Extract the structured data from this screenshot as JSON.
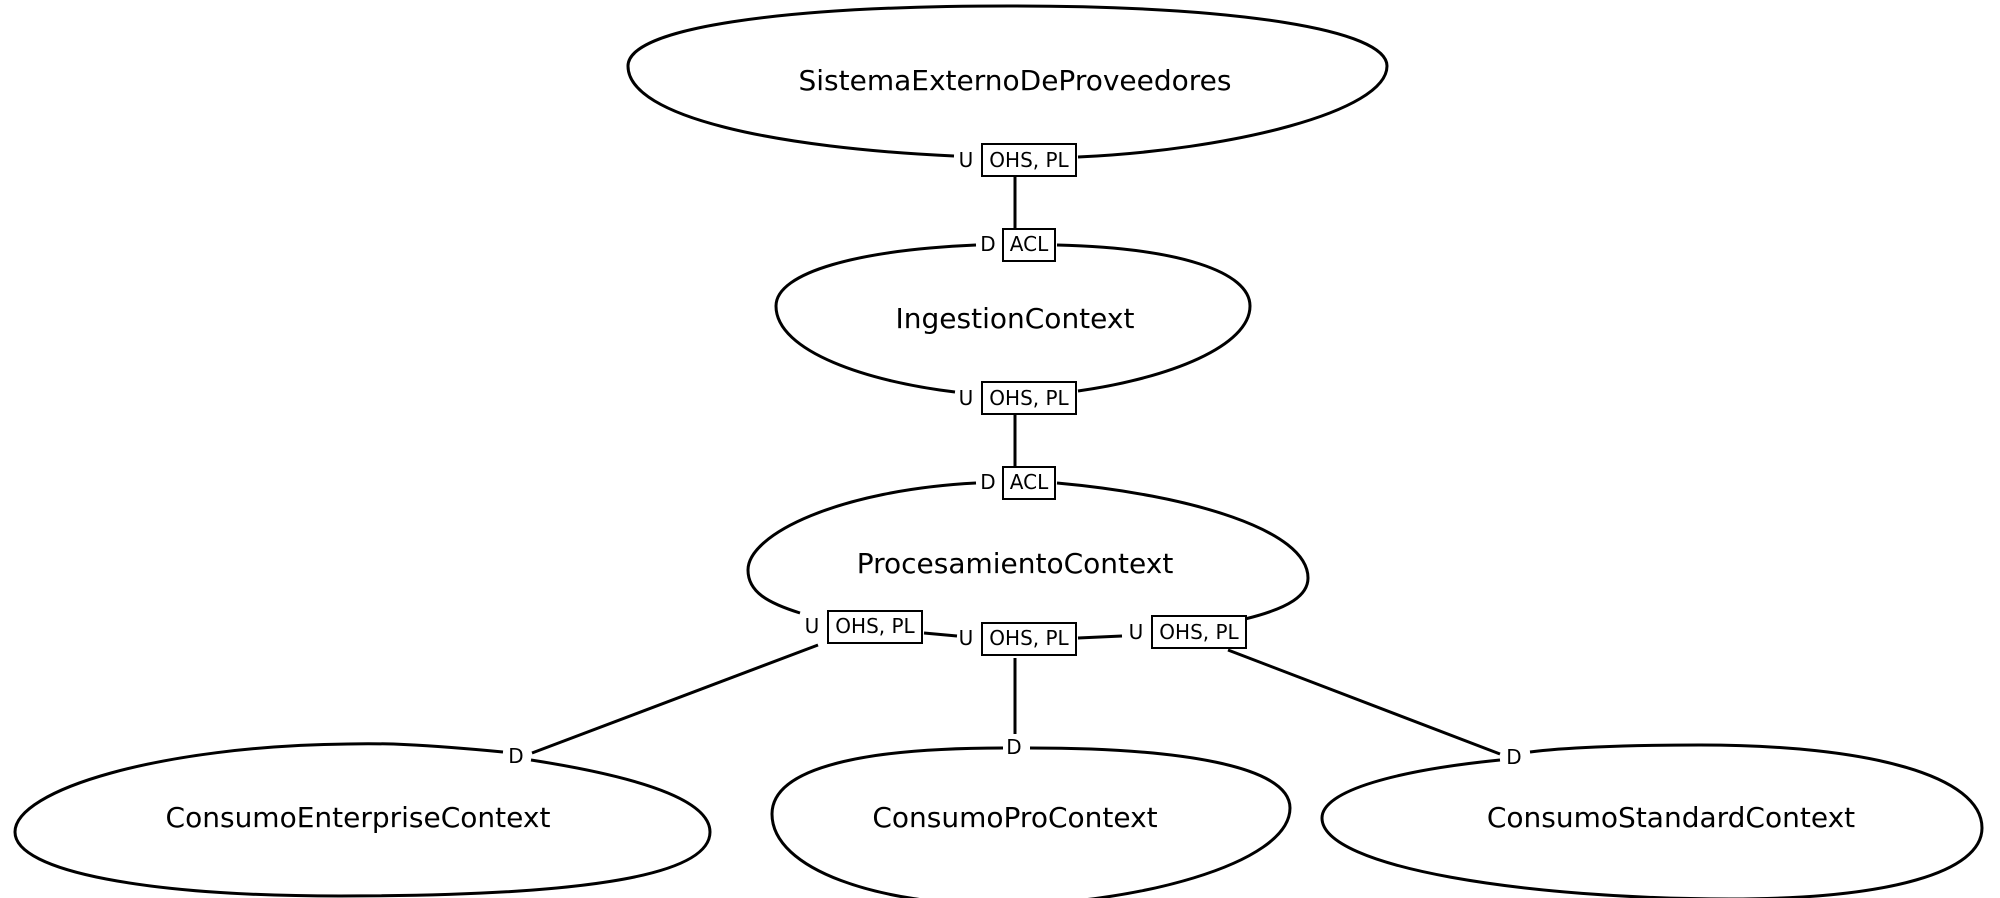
{
  "contexts": {
    "proveedores": "SistemaExternoDeProveedores",
    "ingestion": "IngestionContext",
    "procesamiento": "ProcesamientoContext",
    "enterprise": "ConsumoEnterpriseContext",
    "pro": "ConsumoProContext",
    "standard": "ConsumoStandardContext"
  },
  "relations": {
    "proveedores_ingestion": {
      "upstream_role": "U",
      "upstream_pattern": "OHS, PL",
      "downstream_role": "D",
      "downstream_pattern": "ACL"
    },
    "ingestion_procesamiento": {
      "upstream_role": "U",
      "upstream_pattern": "OHS, PL",
      "downstream_role": "D",
      "downstream_pattern": "ACL"
    },
    "procesamiento_enterprise": {
      "upstream_role": "U",
      "upstream_pattern": "OHS, PL",
      "downstream_role": "D"
    },
    "procesamiento_pro": {
      "upstream_role": "U",
      "upstream_pattern": "OHS, PL",
      "downstream_role": "D"
    },
    "procesamiento_standard": {
      "upstream_role": "U",
      "upstream_pattern": "OHS, PL",
      "downstream_role": "D"
    }
  }
}
